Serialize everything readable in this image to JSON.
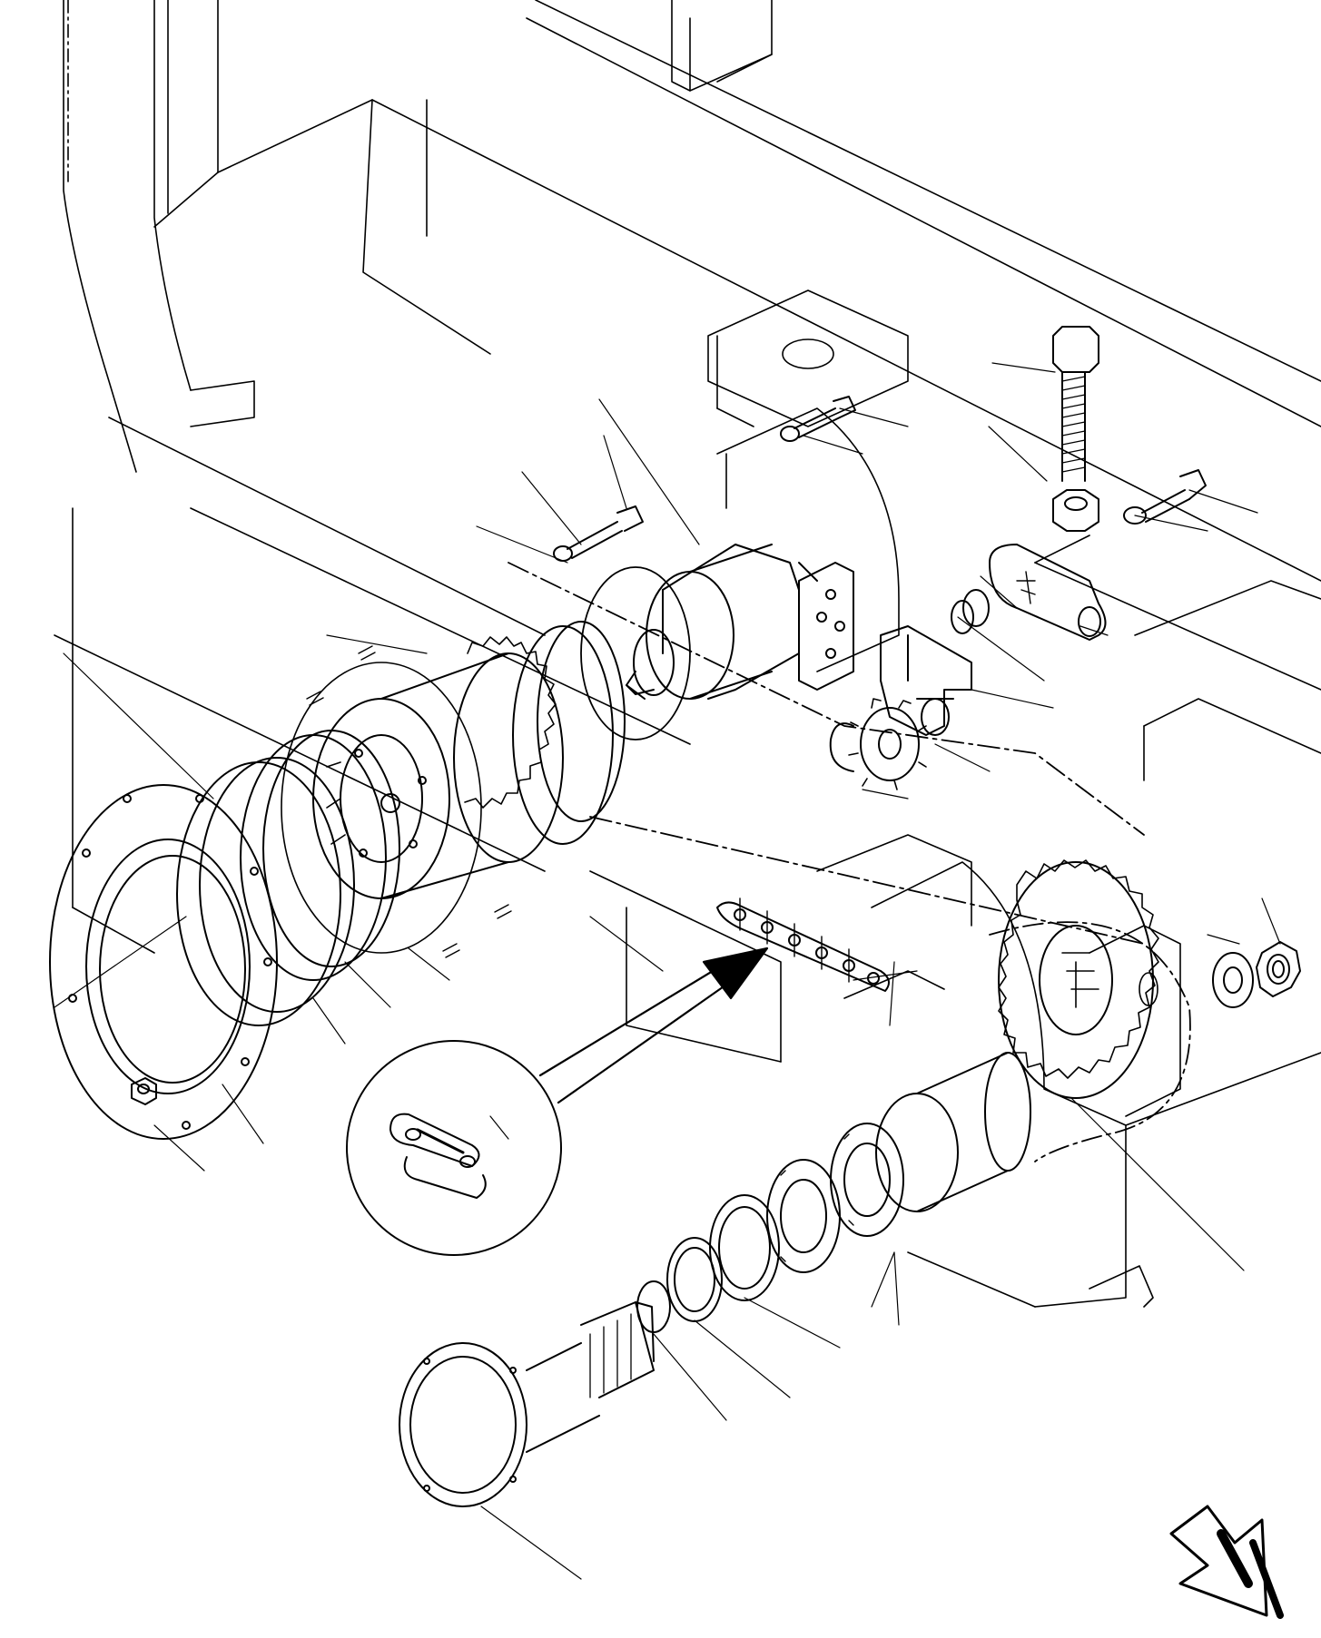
{
  "diagram": {
    "type": "exploded-parts-view",
    "line_color": "#000000",
    "background": "#ffffff",
    "ink_style": "monochrome line art",
    "components": [
      {
        "name": "frame-chassis",
        "icon": "frame-outline"
      },
      {
        "name": "hydraulic-motor",
        "icon": "motor"
      },
      {
        "name": "planetary-reducer",
        "icon": "gear-reducer"
      },
      {
        "name": "drive-sprocket",
        "icon": "sprocket"
      },
      {
        "name": "roller-chain",
        "icon": "chain"
      },
      {
        "name": "chain-connecting-link-detail",
        "icon": "chain-link"
      },
      {
        "name": "output-shaft-hub",
        "icon": "shaft"
      },
      {
        "name": "bearing",
        "icon": "bearing"
      },
      {
        "name": "cover-flange",
        "icon": "flange"
      },
      {
        "name": "tensioner-arm",
        "icon": "lever"
      },
      {
        "name": "adjusting-bolt",
        "icon": "bolt"
      },
      {
        "name": "orientation-arrow",
        "icon": "arrow"
      }
    ]
  }
}
